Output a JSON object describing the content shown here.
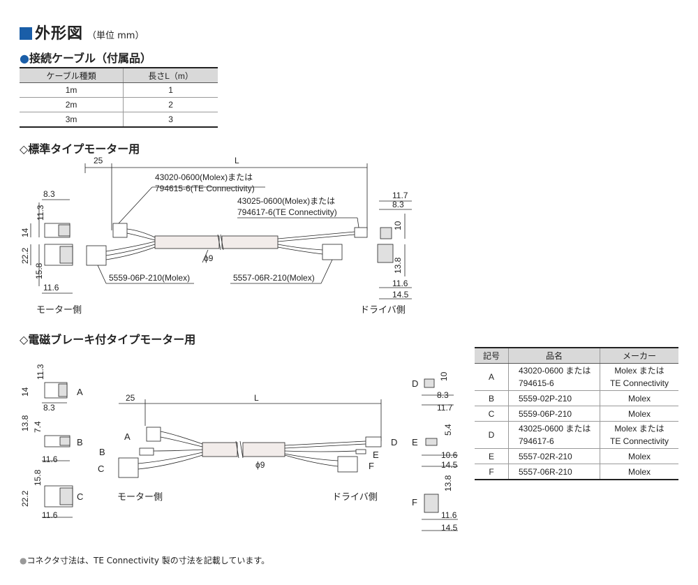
{
  "title": {
    "main": "外形図",
    "unit": "（単位 mm）"
  },
  "cable_section": {
    "heading": "接続ケーブル（付属品）"
  },
  "cable_table": {
    "headers": [
      "ケーブル種類",
      "長さL（m）"
    ],
    "rows": [
      [
        "1m",
        "1"
      ],
      [
        "2m",
        "2"
      ],
      [
        "3m",
        "3"
      ]
    ]
  },
  "std_section": {
    "heading": "◇標準タイプモーター用"
  },
  "brake_section": {
    "heading": "◇電磁ブレーキ付タイプモーター用"
  },
  "std_diagram": {
    "dim_25": "25",
    "dim_L": "L",
    "label_a1": "43020-0600(Molex)または",
    "label_a2": "794615-6(TE Connectivity)",
    "label_d1": "43025-0600(Molex)または",
    "label_d2": "794617-6(TE Connectivity)",
    "label_c": "5559-06P-210(Molex)",
    "label_f": "5557-06R-210(Molex)",
    "phi": "ϕ9",
    "left_8_3": "8.3",
    "left_11_3": "11.3",
    "left_14": "14",
    "left_22_2": "22.2",
    "left_15_8": "15.8",
    "left_11_6": "11.6",
    "right_11_7": "11.7",
    "right_8_3": "8.3",
    "right_10": "10",
    "right_13_8": "13.8",
    "right_11_6": "11.6",
    "right_14_5": "14.5",
    "motor_side": "モーター側",
    "driver_side": "ドライバ側"
  },
  "brake_diagram": {
    "dim_25": "25",
    "dim_L": "L",
    "phi": "ϕ9",
    "a": "A",
    "b": "B",
    "c": "C",
    "d": "D",
    "e": "E",
    "f": "F",
    "motor_side": "モーター側",
    "driver_side": "ドライバ側",
    "la_11_3": "11.3",
    "la_14": "14",
    "la_8_3": "8.3",
    "lb_13_8": "13.8",
    "lb_7_4": "7.4",
    "lb_11_6": "11.6",
    "lc_15_8": "15.8",
    "lc_22_2": "22.2",
    "lc_11_6": "11.6",
    "rd_10": "10",
    "rd_8_3": "8.3",
    "rd_11_7": "11.7",
    "re_5_4": "5.4",
    "re_10_6": "10.6",
    "re_14_5": "14.5",
    "rf_13_8": "13.8",
    "rf_11_6": "11.6",
    "rf_14_5": "14.5"
  },
  "parts_table": {
    "headers": [
      "記号",
      "品名",
      "メーカー"
    ],
    "rows": [
      {
        "sym": "A",
        "name1": "43020-0600 または",
        "name2": "794615-6",
        "maker1": "Molex または",
        "maker2": "TE Connectivity"
      },
      {
        "sym": "B",
        "name1": "5559-02P-210",
        "maker1": "Molex"
      },
      {
        "sym": "C",
        "name1": "5559-06P-210",
        "maker1": "Molex"
      },
      {
        "sym": "D",
        "name1": "43025-0600 または",
        "name2": "794617-6",
        "maker1": "Molex または",
        "maker2": "TE Connectivity"
      },
      {
        "sym": "E",
        "name1": "5557-02R-210",
        "maker1": "Molex"
      },
      {
        "sym": "F",
        "name1": "5557-06R-210",
        "maker1": "Molex"
      }
    ]
  },
  "footnote": "コネクタ寸法は、TE Connectivity 製の寸法を記載しています。",
  "colors": {
    "accent": "#1a5ea8",
    "cable": "#f2ecea",
    "line": "#222222"
  }
}
